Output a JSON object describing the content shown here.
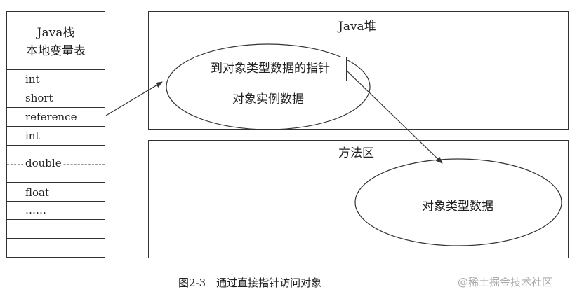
{
  "stack": {
    "title_line1": "Java栈",
    "title_line2": "本地变量表",
    "rows": [
      "int",
      "short",
      "reference",
      "int",
      "double",
      "",
      "float",
      "……",
      "",
      ""
    ]
  },
  "heap": {
    "title": "Java堆",
    "pointer_box": "到对象类型数据的指针",
    "instance_label": "对象实例数据"
  },
  "method_area": {
    "title": "方法区",
    "type_data": "对象类型数据"
  },
  "caption": "图2-3　通过直接指针访问对象",
  "watermark": "@稀土掘金技术社区",
  "colors": {
    "line": "#333333",
    "dashed": "#999999",
    "watermark": "#aaaaaa"
  }
}
